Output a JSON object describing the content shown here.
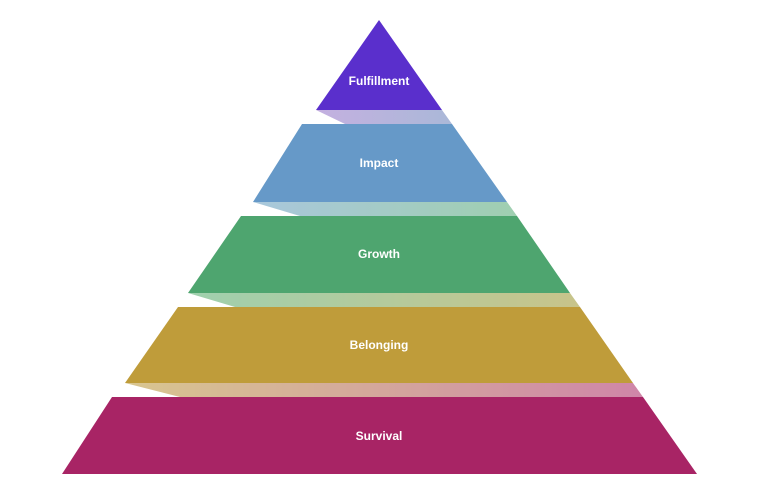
{
  "diagram": {
    "type": "pyramid",
    "levels": [
      {
        "label": "Fulfillment",
        "color": "#5a2fcc"
      },
      {
        "label": "Impact",
        "color": "#6699c8"
      },
      {
        "label": "Growth",
        "color": "#4ea56f"
      },
      {
        "label": "Belonging",
        "color": "#bf9c3a"
      },
      {
        "label": "Survival",
        "color": "#a82465"
      }
    ]
  }
}
